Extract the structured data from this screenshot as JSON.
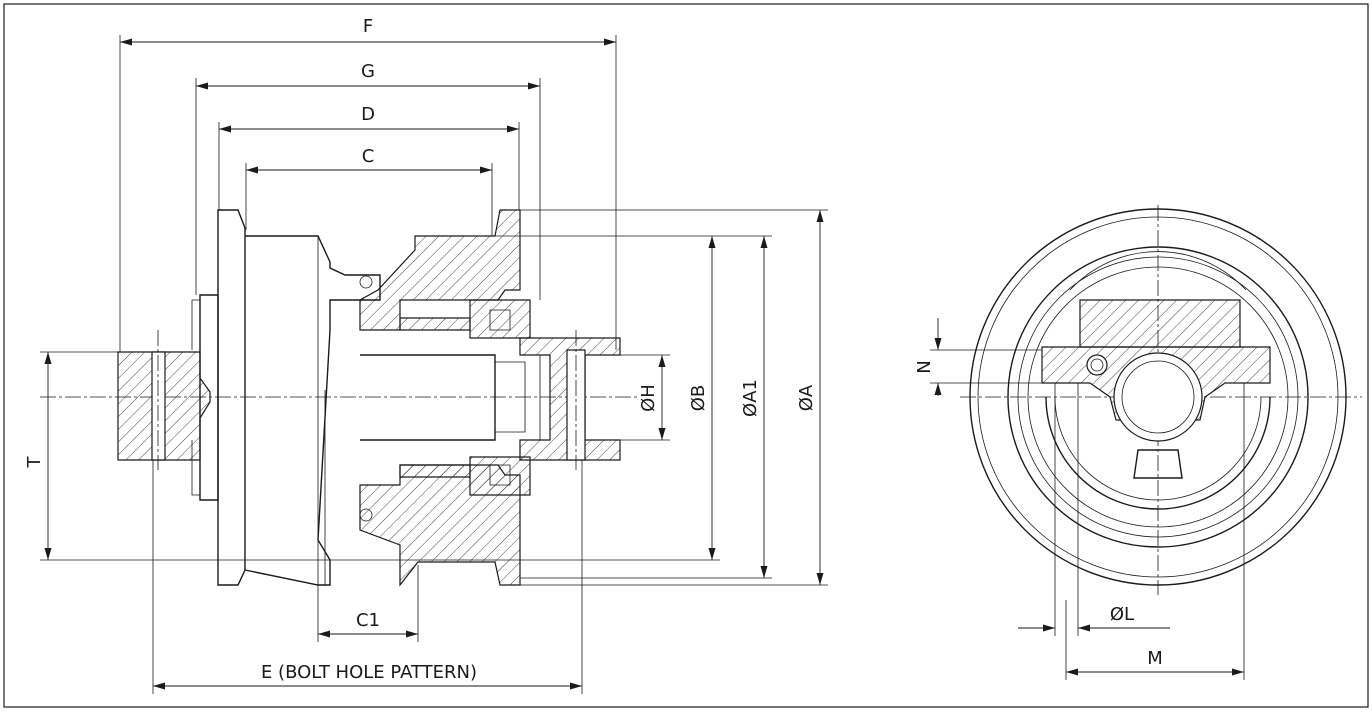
{
  "drawing": {
    "title": "",
    "side_view": {
      "dimension_labels": {
        "F": "F",
        "G": "G",
        "D": "D",
        "C": "C",
        "C1": "C1",
        "E": "E (BOLT HOLE PATTERN)",
        "T": "T",
        "OH": "ØH",
        "OB": "ØB",
        "OA1": "ØA1",
        "OA": "ØA"
      }
    },
    "end_view": {
      "dimension_labels": {
        "N": "N",
        "OL": "ØL",
        "M": "M"
      }
    }
  },
  "colors": {
    "line": "#1a1a1a",
    "background": "#ffffff",
    "hatch": "#1a1a1a"
  }
}
